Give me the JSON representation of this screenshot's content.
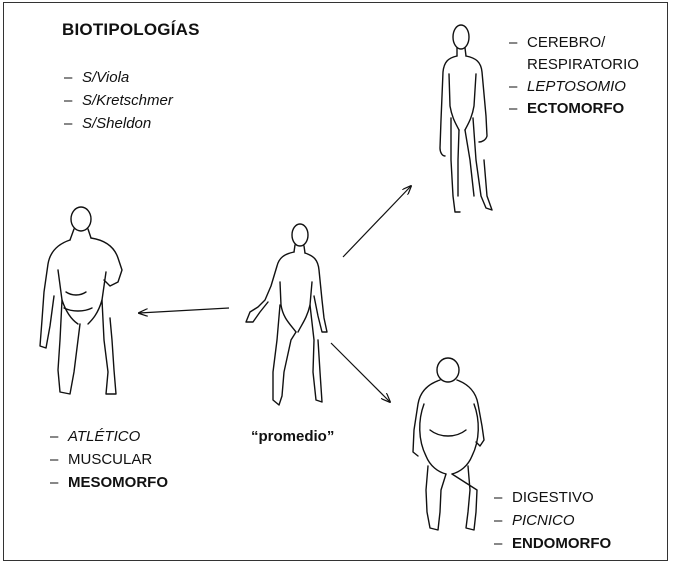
{
  "title": "BIOTIPOLOGÍAS",
  "classifications": [
    "S/Viola",
    "S/Kretschmer",
    "S/Sheldon"
  ],
  "center_label": "“promedio”",
  "ectomorph": [
    "CEREBRO/",
    "RESPIRATORIO",
    "LEPTOSOMIO",
    "ECTOMORFO"
  ],
  "mesomorph": [
    "ATLÉTICO",
    "MUSCULAR",
    "MESOMORFO"
  ],
  "endomorph": [
    "DIGESTIVO",
    "PICNICO",
    "ENDOMORFO"
  ],
  "dash": "–"
}
